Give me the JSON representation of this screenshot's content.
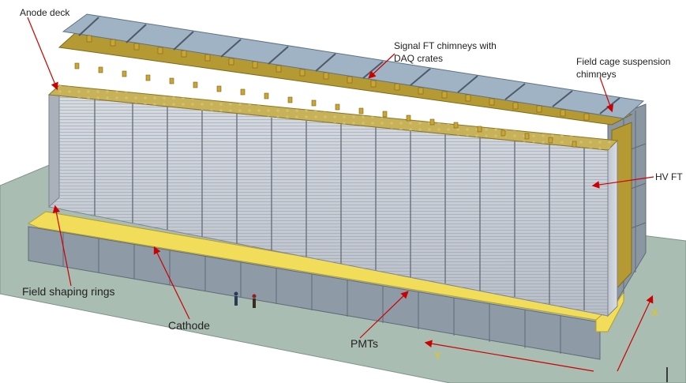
{
  "labels": {
    "anode_deck": "Anode deck",
    "signal_ft_line1": "Signal FT chimneys with",
    "signal_ft_line2": "DAQ crates",
    "suspension_line1": "Field cage suspension",
    "suspension_line2": "chimneys",
    "hv_ft": "HV FT",
    "field_shaping": "Field shaping rings",
    "cathode": "Cathode",
    "pmts": "PMTs"
  },
  "axes": {
    "x": "X",
    "y": "Y"
  },
  "colors": {
    "floor": "#a9bdb3",
    "cryostat_steel": "#8e9aa6",
    "cryostat_top": "#9fb3c4",
    "gold_frame": "#b59a33",
    "yellow_rim": "#f2dd5a",
    "field_cage": "#c9ced6",
    "arrow": "#cc0000",
    "axis_label": "#e8c900"
  }
}
